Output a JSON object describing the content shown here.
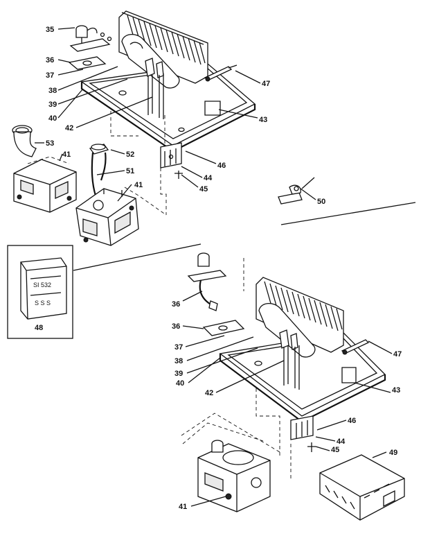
{
  "callouts": {
    "c35": "35",
    "c36a": "36",
    "c37a": "37",
    "c38a": "38",
    "c39a": "39",
    "c40a": "40",
    "c42a": "42",
    "c43a": "43",
    "c46a": "46",
    "c44a": "44",
    "c45a": "45",
    "c47a": "47",
    "c53": "53",
    "c52": "52",
    "c51": "51",
    "c41a": "41",
    "c41b": "41",
    "c50": "50",
    "c48": "48",
    "c36b": "36",
    "c36c": "36",
    "c37b": "37",
    "c38b": "38",
    "c39b": "39",
    "c40b": "40",
    "c42b": "42",
    "c43b": "43",
    "c46b": "46",
    "c44b": "44",
    "c45b": "45",
    "c47b": "47",
    "c41c": "41",
    "c49": "49"
  },
  "part48_label": {
    "line1": "SI 532",
    "line2": "S S S"
  }
}
